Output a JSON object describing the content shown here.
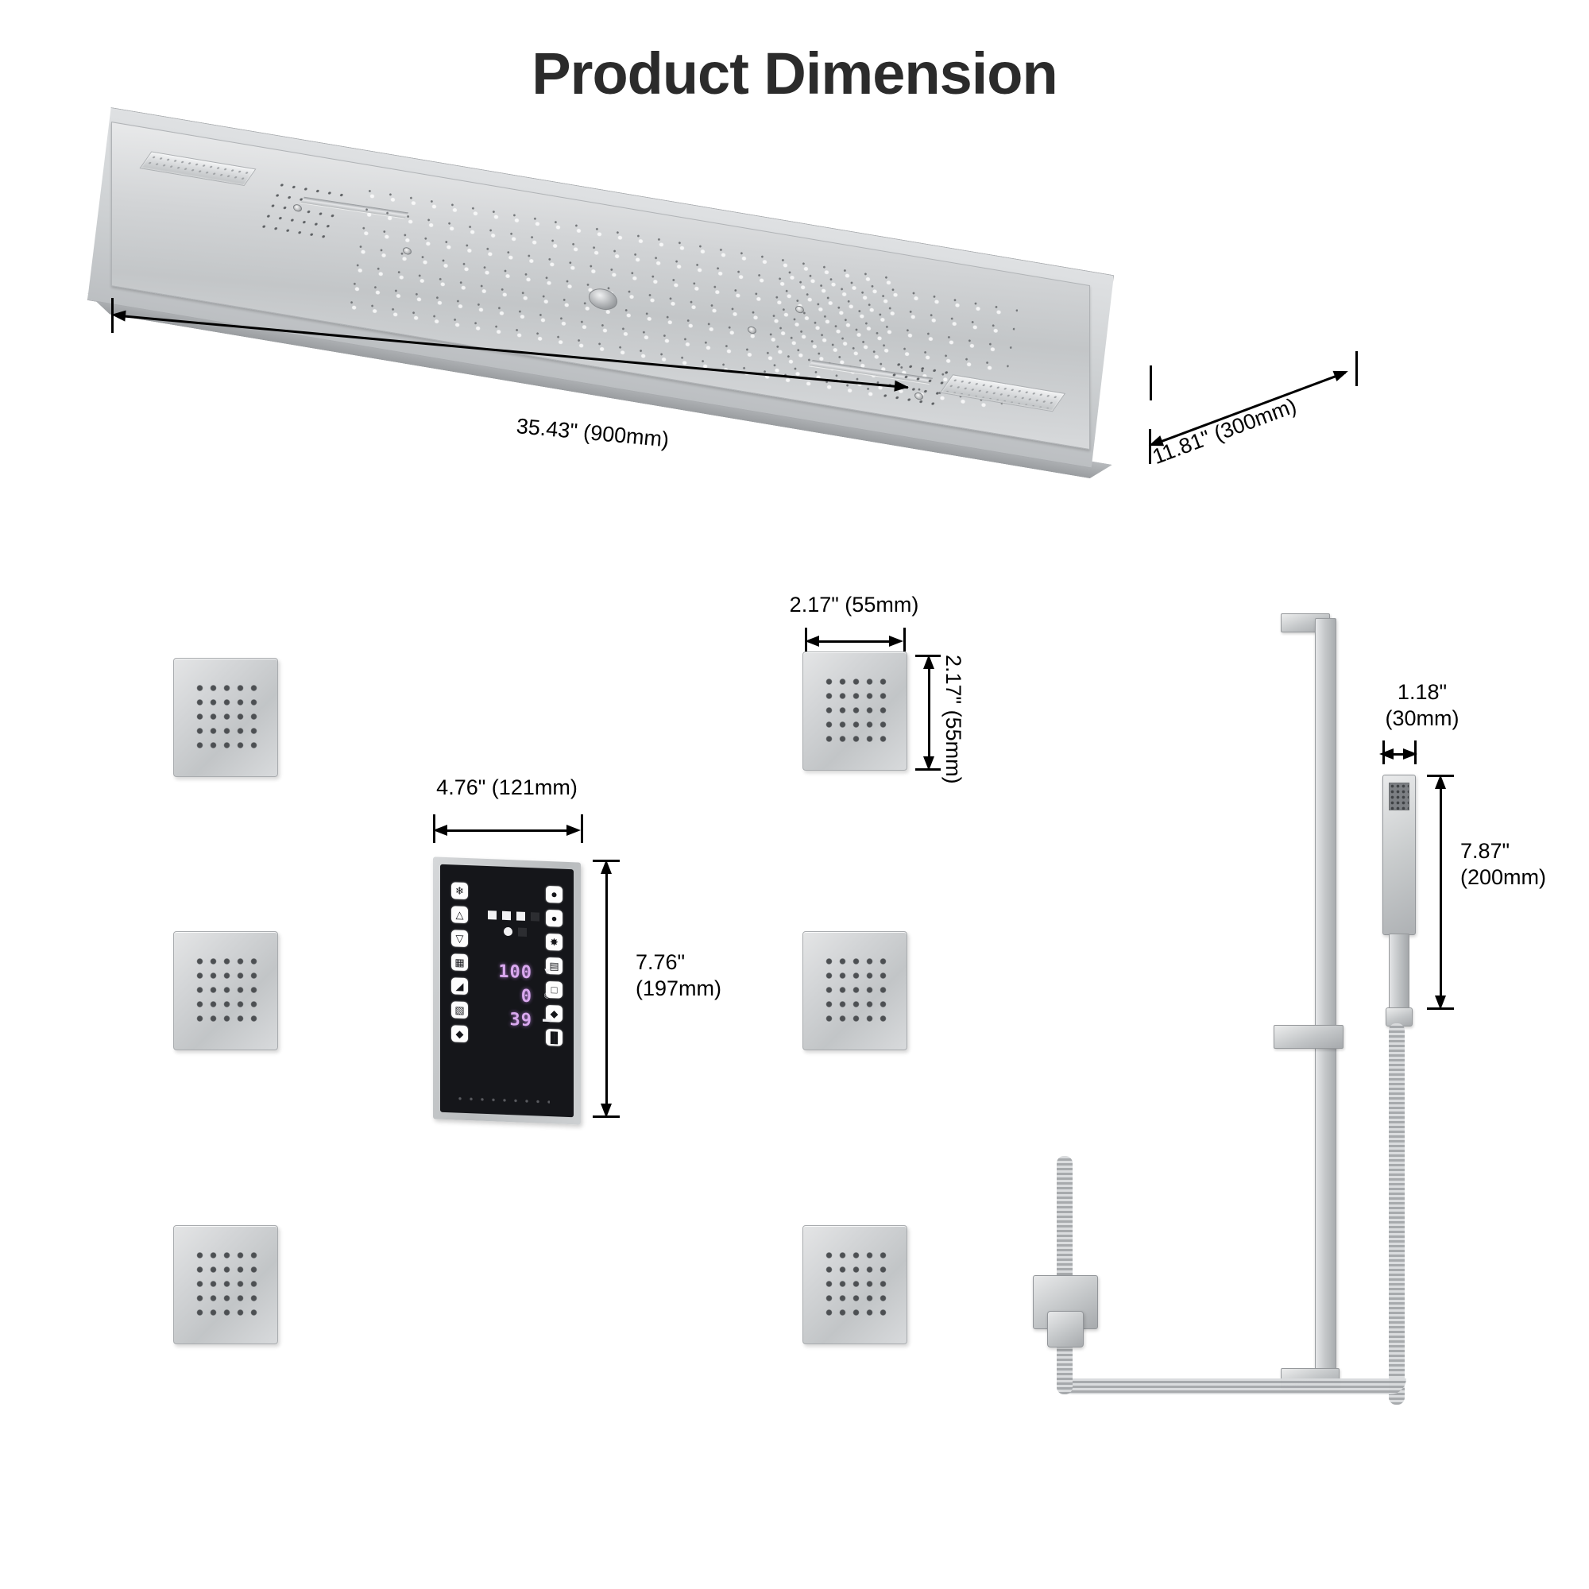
{
  "page": {
    "title": "Product Dimension",
    "background": "#ffffff",
    "accent": "#d9a8ee",
    "metal": "#c6c9cb"
  },
  "ceiling_shower": {
    "name": "multi-function ceiling rainfall shower panel",
    "width_label": "35.43\" (900mm)",
    "depth_label": "11.81\" (300mm)"
  },
  "body_jets": {
    "name": "square body spray jet",
    "width_label": "2.17\" (55mm)",
    "height_label": "2.17\" (55mm)",
    "count": 6
  },
  "control_panel": {
    "name": "LED touch control panel",
    "width_label": "4.76\" (121mm)",
    "height_label_line1": "7.76\"",
    "height_label_line2": "(197mm)",
    "display": {
      "value_top": "100",
      "value_middle": "0",
      "value_bottom": "39"
    },
    "left_buttons": [
      "snowflake-icon",
      "mode-a-icon",
      "mode-v-icon",
      "window-icon",
      "diagonal-icon",
      "list-icon",
      "home-icon"
    ],
    "right_buttons": [
      "power-icon",
      "bluetooth-icon",
      "flower-icon",
      "panel-icon",
      "square-icon",
      "diamond-icon",
      "pause-icon"
    ],
    "status_icons": [
      "cup-icon",
      "cup-icon",
      "flag-icon",
      "funnel-dim-icon",
      "gear-icon"
    ],
    "seg_icons": [
      "drop-icon",
      "moon-icon",
      "tray-icon"
    ]
  },
  "hand_shower": {
    "name": "square hand shower with slide bar",
    "width_label_line1": "1.18\"",
    "width_label_line2": "(30mm)",
    "height_label_line1": "7.87\"",
    "height_label_line2": "(200mm)"
  }
}
